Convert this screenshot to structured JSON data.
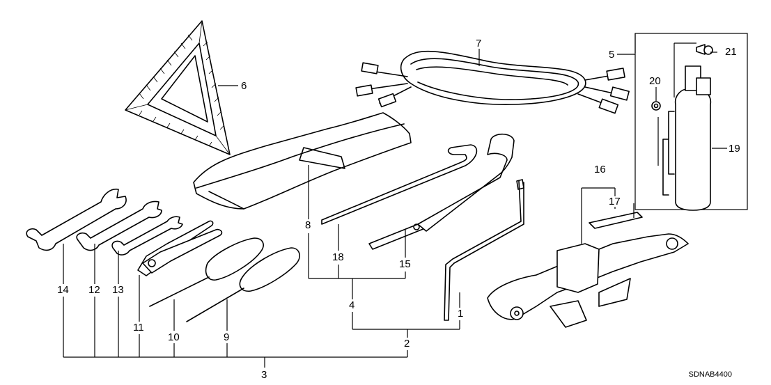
{
  "diagram": {
    "drawing_code": "SDNAB4400",
    "callouts": {
      "c1": "1",
      "c2": "2",
      "c3": "3",
      "c4": "4",
      "c5": "5",
      "c6": "6",
      "c7": "7",
      "c8": "8",
      "c9": "9",
      "c10": "10",
      "c11": "11",
      "c12": "12",
      "c13": "13",
      "c14": "14",
      "c15": "15",
      "c16": "16",
      "c17": "17",
      "c18": "18",
      "c19": "19",
      "c20": "20",
      "c21": "21"
    }
  }
}
